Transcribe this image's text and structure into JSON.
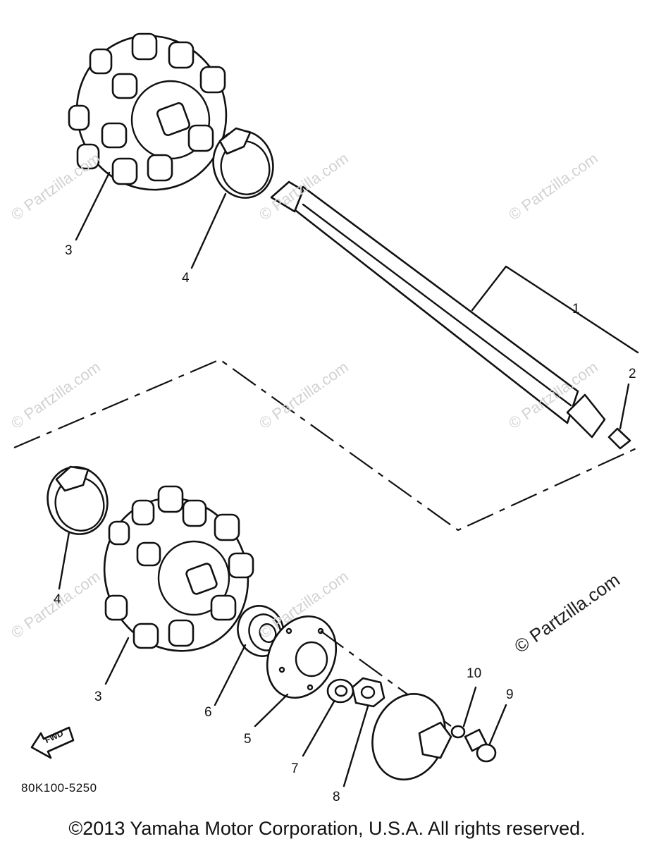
{
  "diagram_code": "80K100-5250",
  "copyright": "©2013 Yamaha Motor Corporation, U.S.A. All rights reserved.",
  "watermark": "© Partzilla.com",
  "fwd_label": "FWD",
  "callouts": {
    "c1": "1",
    "c2": "2",
    "c3_top": "3",
    "c4_top": "4",
    "c4_bottom": "4",
    "c3_bottom": "3",
    "c6": "6",
    "c5": "5",
    "c7": "7",
    "c8": "8",
    "c9": "9",
    "c10": "10"
  }
}
